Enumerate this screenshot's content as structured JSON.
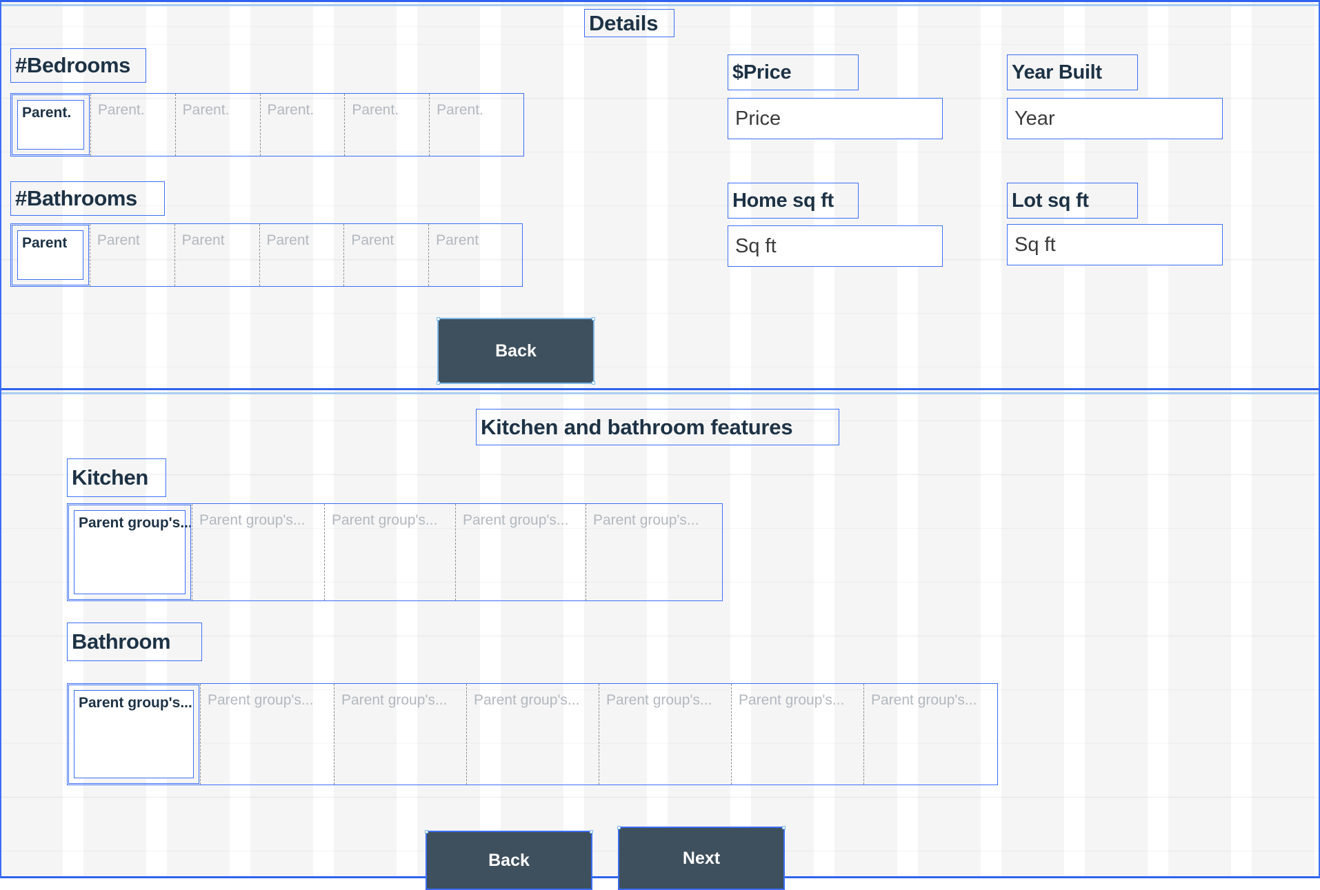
{
  "colors": {
    "accent_blue": "#3b6ef5",
    "button_bg": "#3e4f5d",
    "button_text": "#ffffff",
    "label_text": "#1d3245",
    "placeholder_text": "#b2b8bf",
    "canvas_bg": "#f5f5f5"
  },
  "details_section": {
    "title": "Details",
    "bedrooms": {
      "label": "#Bedrooms",
      "options": [
        "Parent.",
        "Parent.",
        "Parent.",
        "Parent.",
        "Parent.",
        "Parent."
      ],
      "selected_index": 0
    },
    "bathrooms": {
      "label": "#Bathrooms",
      "options": [
        "Parent",
        "Parent",
        "Parent",
        "Parent",
        "Parent",
        "Parent"
      ],
      "selected_index": 0
    },
    "fields": [
      {
        "label": "$Price",
        "value": "Price"
      },
      {
        "label": "Year Built",
        "value": "Year"
      },
      {
        "label": "Home sq ft",
        "value": "Sq ft"
      },
      {
        "label": "Lot sq ft",
        "value": "Sq ft"
      }
    ],
    "back_button": "Back"
  },
  "features_section": {
    "title": "Kitchen and bathroom features",
    "kitchen": {
      "label": "Kitchen",
      "options": [
        "Parent group's...",
        "Parent group's...",
        "Parent group's...",
        "Parent group's...",
        "Parent group's..."
      ],
      "selected_index": 0
    },
    "bathroom": {
      "label": "Bathroom",
      "options": [
        "Parent group's...",
        "Parent group's...",
        "Parent group's...",
        "Parent group's...",
        "Parent group's...",
        "Parent group's...",
        "Parent group's..."
      ],
      "selected_index": 0
    },
    "back_button": "Back",
    "next_button": "Next"
  }
}
